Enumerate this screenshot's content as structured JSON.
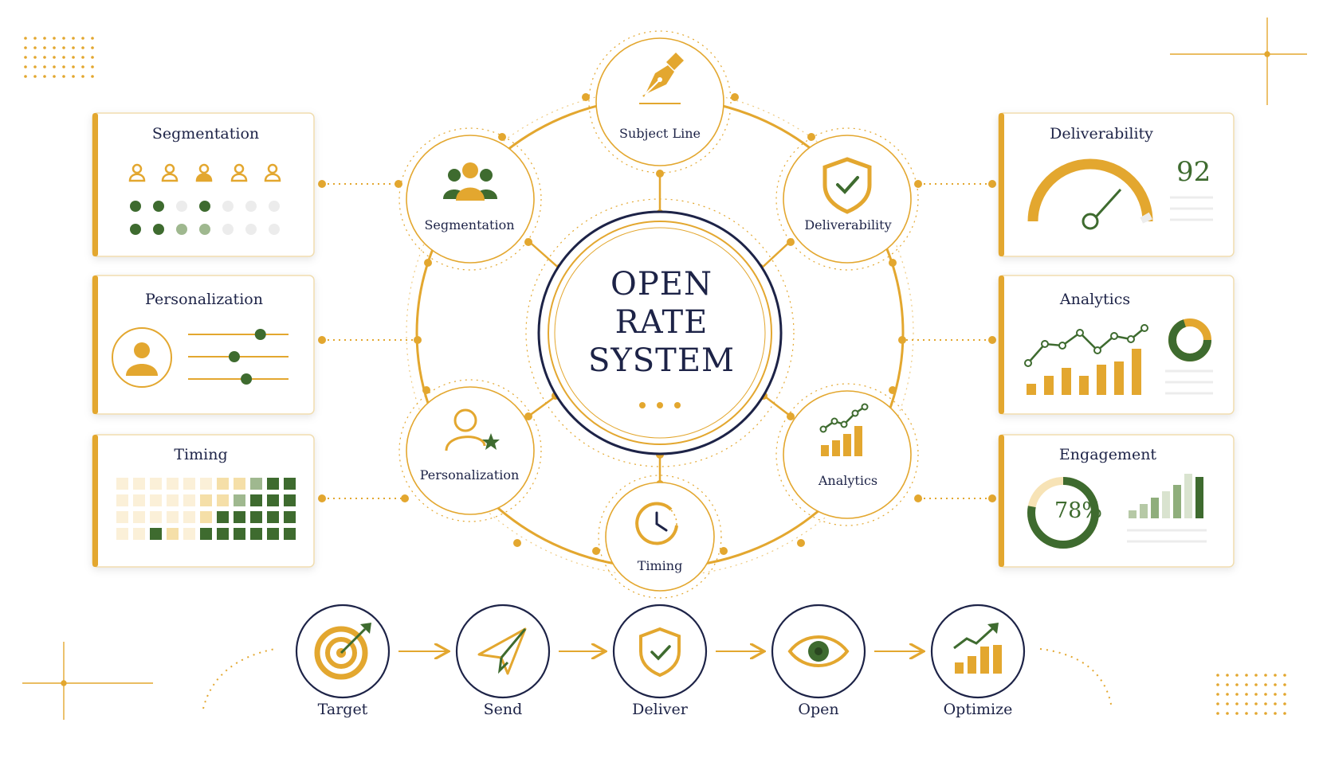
{
  "title": {
    "lines": [
      "OPEN",
      "RATE",
      "SYSTEM"
    ]
  },
  "nodes": {
    "subject_line": "Subject Line",
    "deliverability": "Deliverability",
    "segmentation": "Segmentation",
    "analytics": "Analytics",
    "personalization": "Personalization",
    "timing": "Timing"
  },
  "cards": {
    "segmentation": {
      "title": "Segmentation"
    },
    "personalization": {
      "title": "Personalization",
      "slider_levels": [
        0.72,
        0.46,
        0.58
      ]
    },
    "timing": {
      "title": "Timing"
    },
    "deliverability": {
      "title": "Deliverability",
      "score": "92"
    },
    "analytics": {
      "title": "Analytics",
      "donut_fraction": 0.7
    },
    "engagement": {
      "title": "Engagement",
      "percent_text": "78%",
      "percent_value": 0.78
    }
  },
  "flow": [
    "Target",
    "Send",
    "Deliver",
    "Open",
    "Optimize"
  ],
  "colors": {
    "gold": "#e3a72f",
    "gold_light": "#f7e3b6",
    "green": "#3e6b2f",
    "navy": "#1d2347",
    "pale": "#ececec"
  },
  "icons": {
    "subject_line": "fountain-pen-icon",
    "deliverability": "shield-check-icon",
    "segmentation": "people-group-icon",
    "analytics": "bar-chart-trend-icon",
    "personalization": "person-star-icon",
    "timing": "clock-icon",
    "target": "target-arrow-icon",
    "send": "paper-plane-icon",
    "deliver": "shield-check-icon",
    "open": "eye-icon",
    "optimize": "growth-chart-icon"
  }
}
